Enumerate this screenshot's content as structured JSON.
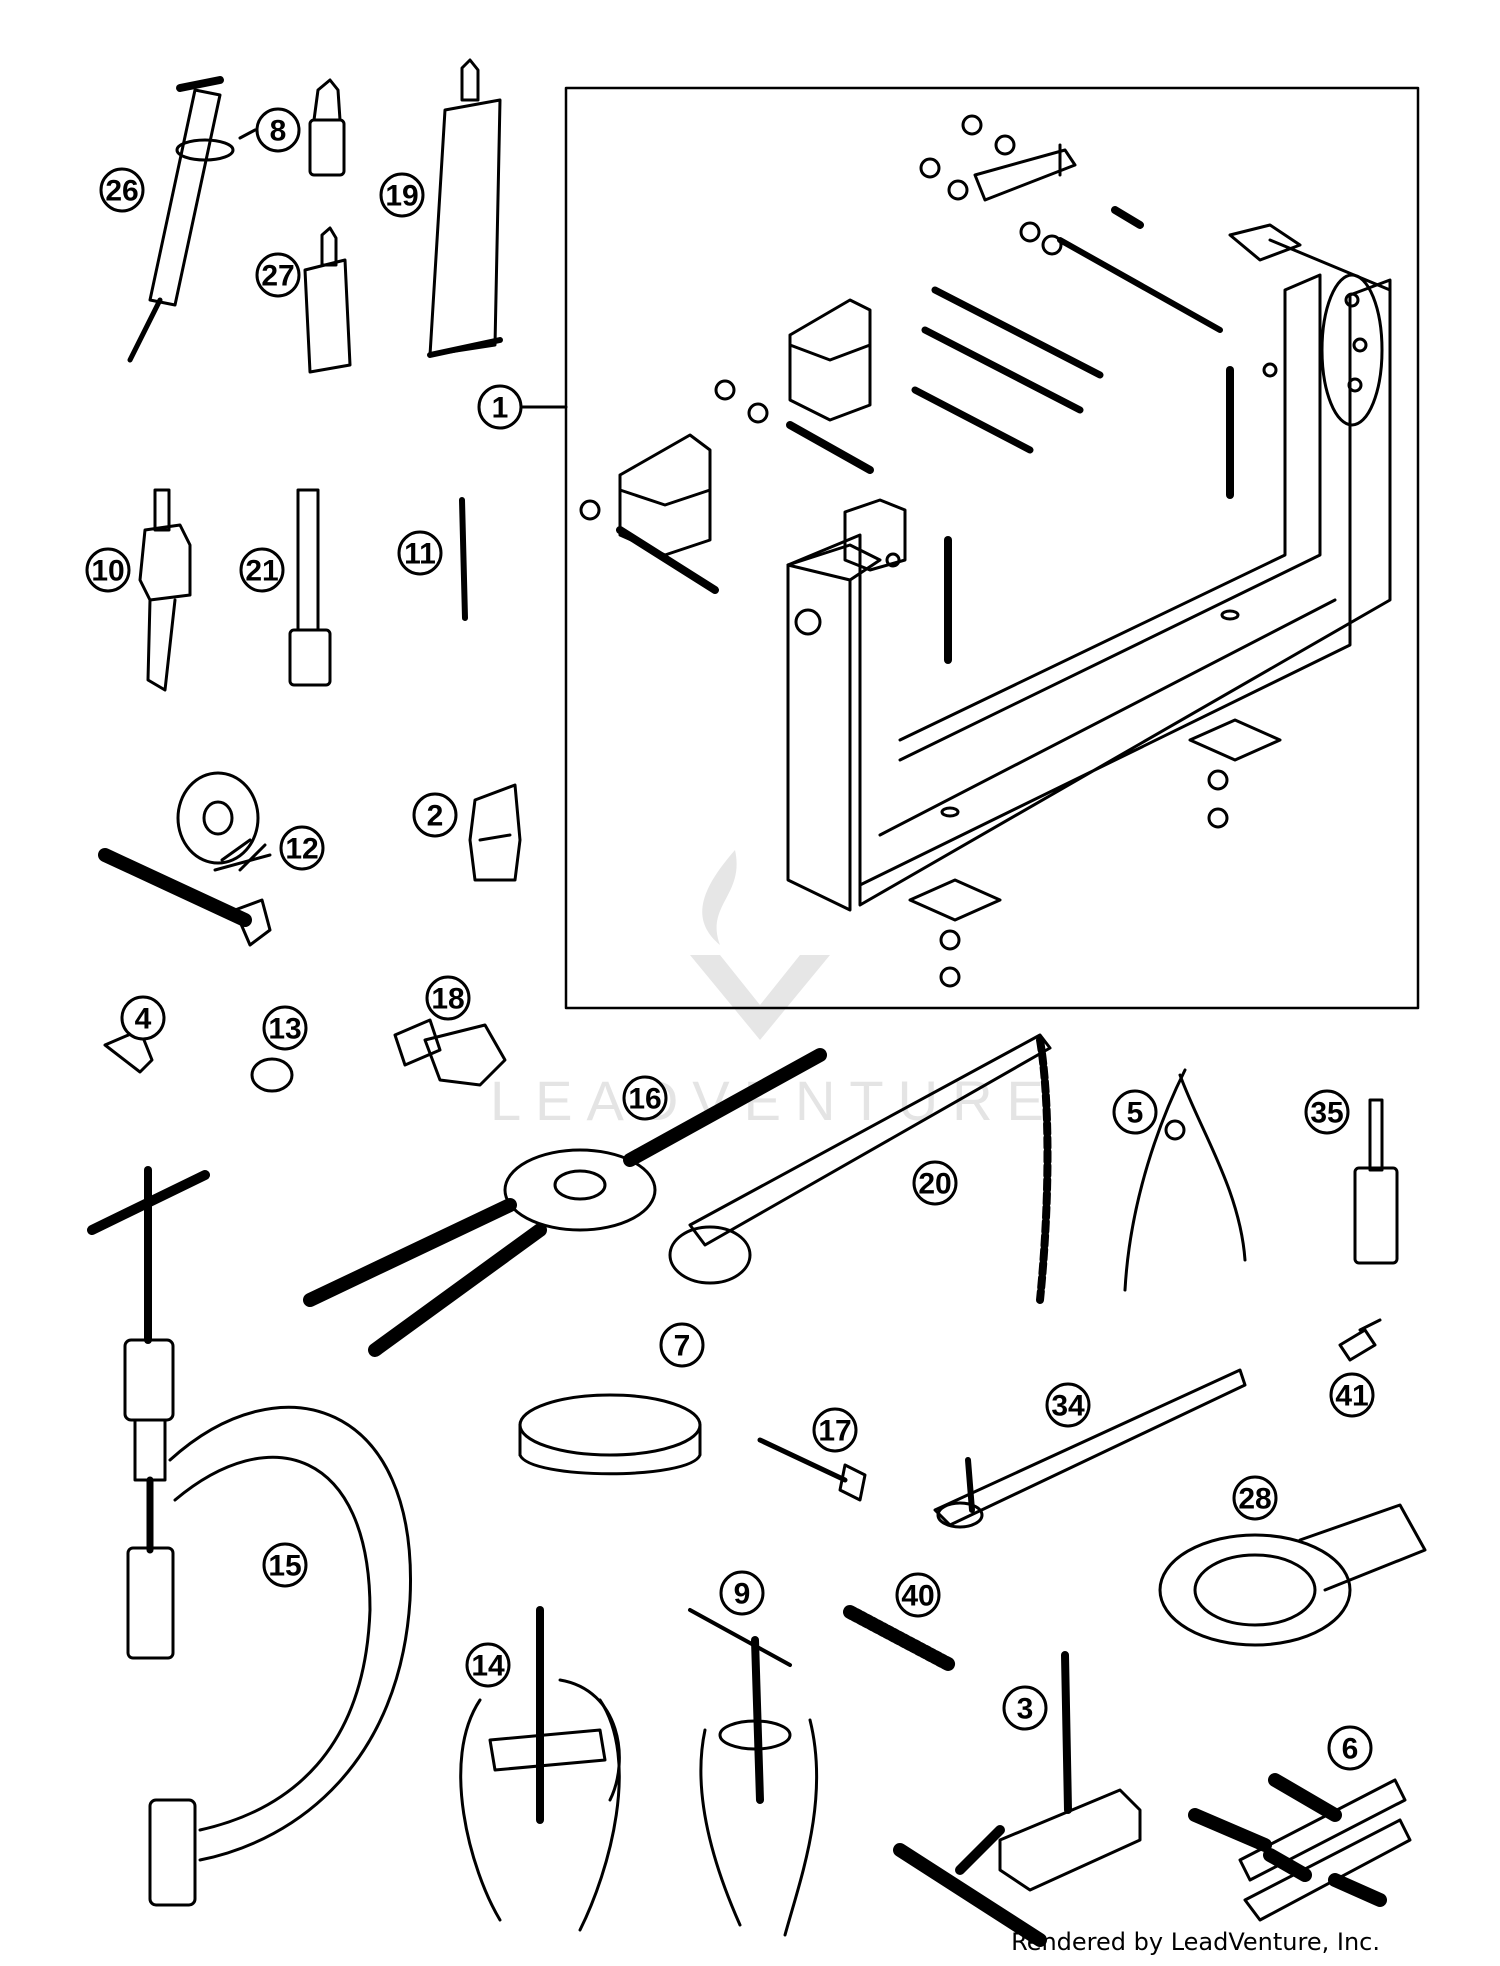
{
  "watermark": {
    "text": "LEADVENTURE"
  },
  "credit": "Rendered by LeadVenture, Inc.",
  "callouts": {
    "c1": "1",
    "c2": "2",
    "c3": "3",
    "c4": "4",
    "c5": "5",
    "c6": "6",
    "c7": "7",
    "c8": "8",
    "c9": "9",
    "c10": "10",
    "c11": "11",
    "c12": "12",
    "c13": "13",
    "c14": "14",
    "c15": "15",
    "c16": "16",
    "c17": "17",
    "c18": "18",
    "c19": "19",
    "c20": "20",
    "c21": "21",
    "c26": "26",
    "c27": "27",
    "c28": "28",
    "c34": "34",
    "c35": "35",
    "c40": "40",
    "c41": "41"
  }
}
